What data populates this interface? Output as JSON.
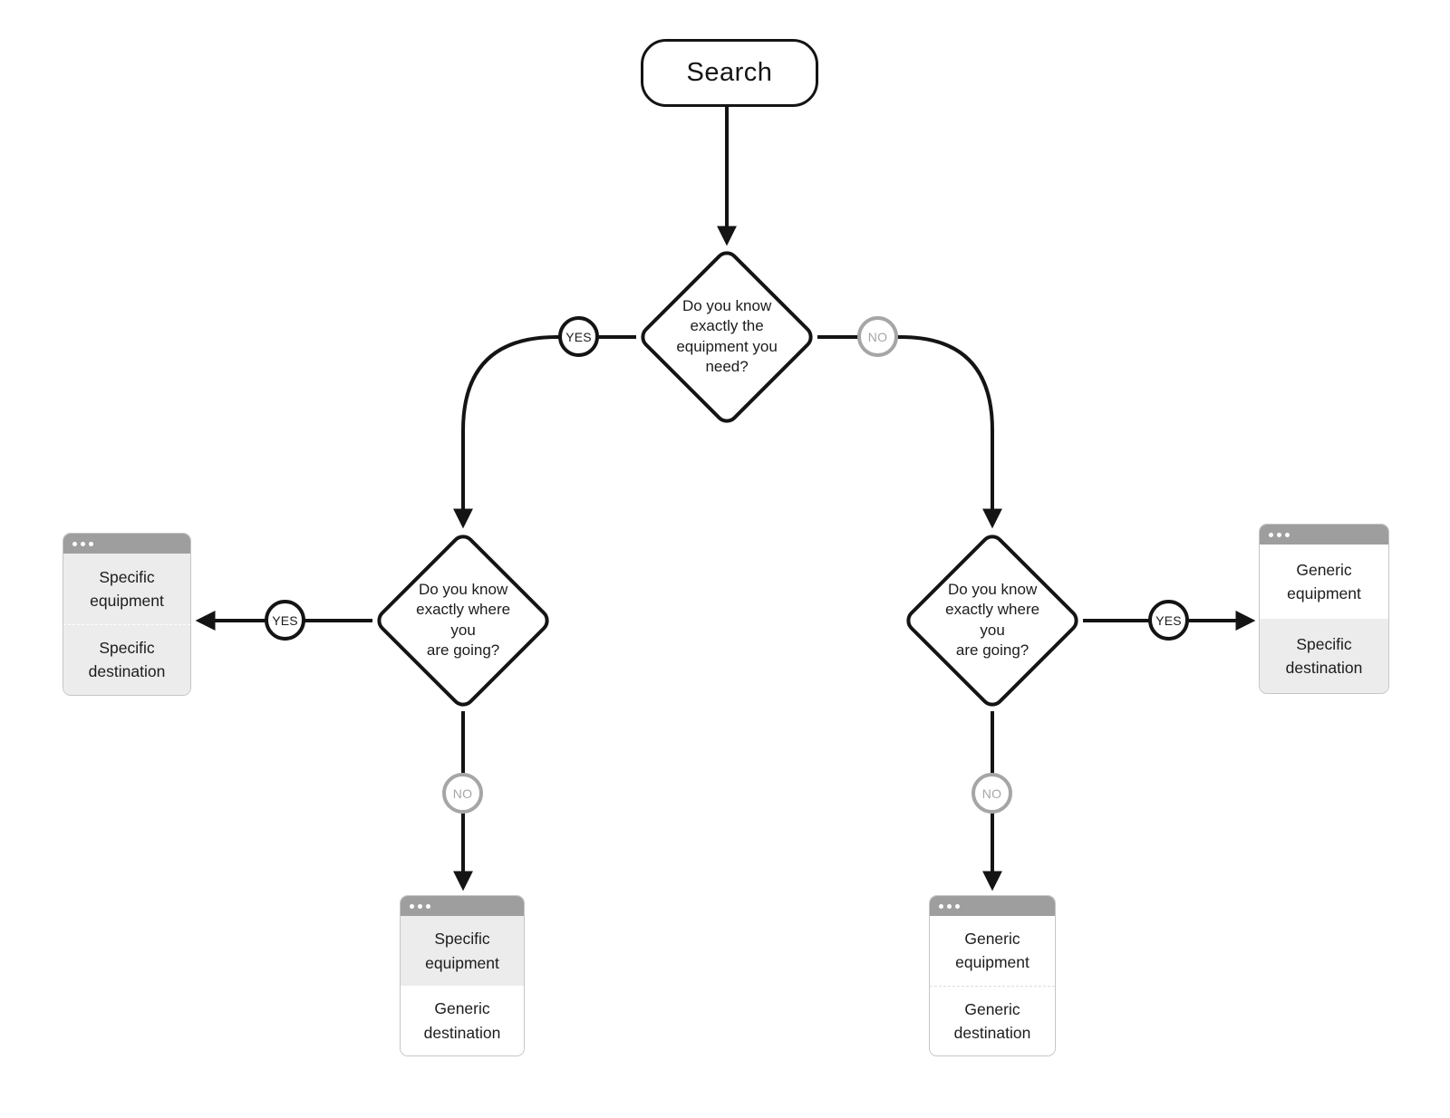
{
  "diagram": {
    "start": {
      "label": "Search"
    },
    "labels": {
      "yes": "YES",
      "no": "NO"
    },
    "decisions": [
      {
        "id": "equipment",
        "question": "Do you know\nexactly the\nequipment you\nneed?"
      },
      {
        "id": "where-left",
        "question": "Do you know\nexactly where you\nare going?"
      },
      {
        "id": "where-right",
        "question": "Do you know\nexactly where you\nare going?"
      }
    ],
    "results": [
      {
        "id": "specific-specific",
        "top": "Specific\nequipment",
        "bottom": "Specific\ndestination"
      },
      {
        "id": "specific-generic",
        "top": "Specific\nequipment",
        "bottom": "Generic\ndestination"
      },
      {
        "id": "generic-specific",
        "top": "Generic\nequipment",
        "bottom": "Specific\ndestination"
      },
      {
        "id": "generic-generic",
        "top": "Generic\nequipment",
        "bottom": "Generic\ndestination"
      }
    ],
    "colors": {
      "line": "#141414",
      "muted_gray": "#a6a6a6",
      "titlebar_gray": "#9e9e9e",
      "specific_section_bg": "#ececec",
      "generic_section_bg": "#ffffff"
    }
  }
}
